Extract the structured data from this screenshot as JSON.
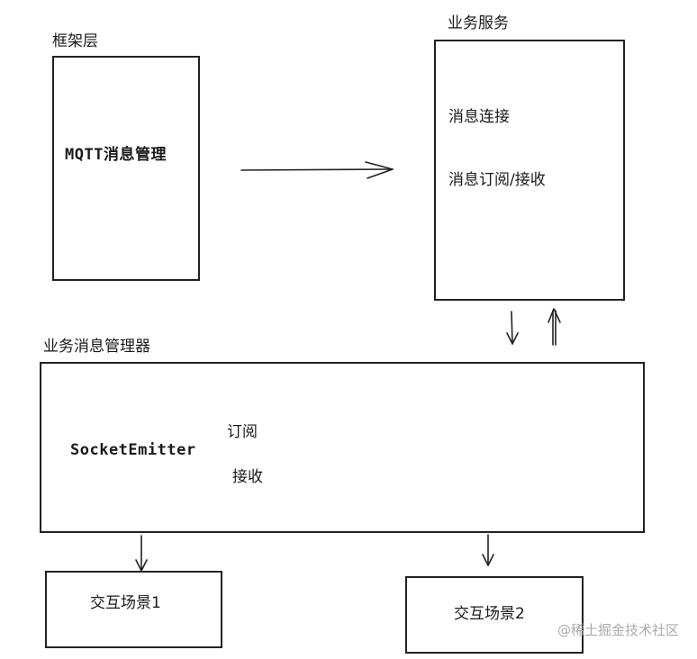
{
  "framework": {
    "title": "框架层",
    "content": "MQTT消息管理"
  },
  "business_service": {
    "title": "业务服务",
    "items": [
      "消息连接",
      "消息订阅/接收"
    ]
  },
  "message_manager": {
    "title": "业务消息管理器",
    "emitter": "SocketEmitter",
    "actions": [
      "订阅",
      "接收"
    ]
  },
  "scenes": [
    "交互场景1",
    "交互场景2"
  ],
  "watermark": "@稀土掘金技术社区"
}
